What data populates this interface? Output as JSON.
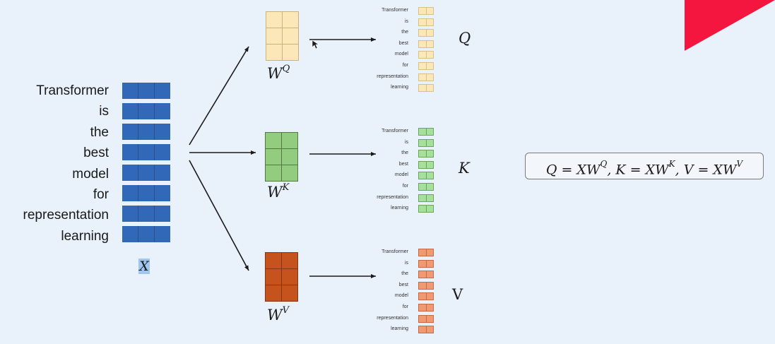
{
  "input": {
    "tokens": [
      "Transformer",
      "is",
      "the",
      "best",
      "model",
      "for",
      "representation",
      "learning"
    ],
    "matrix_label": "X",
    "color": "#3268b8"
  },
  "weights": [
    {
      "label_base": "W",
      "label_sup": "Q",
      "color": "#fbe7b8",
      "border": "#c9b27d",
      "output_label": "Q",
      "output_color": "#fbe7b8",
      "output_border": "#d8c08b"
    },
    {
      "label_base": "W",
      "label_sup": "K",
      "color": "#93cc7e",
      "border": "#4f7a42",
      "output_label": "K",
      "output_color": "#a7e09a",
      "output_border": "#6aa55c"
    },
    {
      "label_base": "W",
      "label_sup": "V",
      "color": "#c6521e",
      "border": "#8a3512",
      "output_label": "V",
      "output_color": "#f09a74",
      "output_border": "#c46a45"
    }
  ],
  "output_tokens": [
    "Transformer",
    "is",
    "the",
    "best",
    "model",
    "for",
    "representation",
    "learning"
  ],
  "formula": {
    "q": "Q = XW",
    "q_sup": "Q",
    "k": ", K = XW",
    "k_sup": "K",
    "v": ", V = XW",
    "v_sup": "V"
  },
  "corner_color": "#f5163f"
}
